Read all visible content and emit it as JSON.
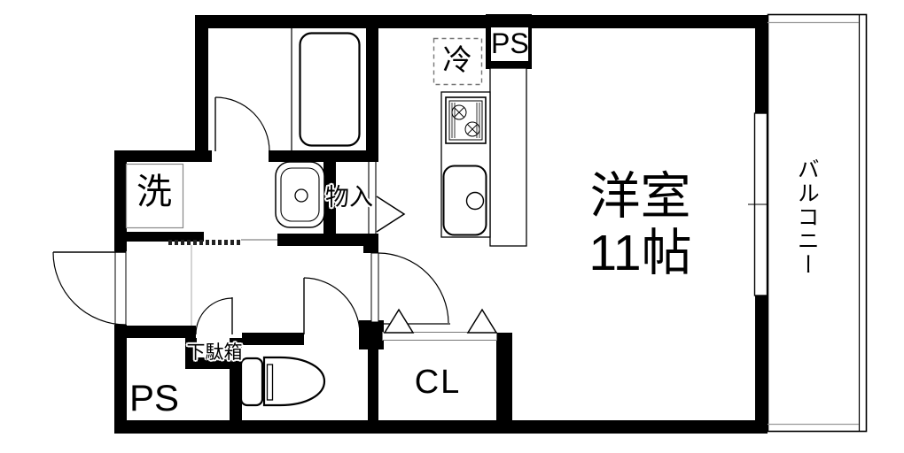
{
  "rooms": {
    "main_room": {
      "name": "洋室",
      "size": "11帖"
    },
    "balcony": {
      "label": "バルコニー"
    },
    "closet": {
      "label": "CL"
    },
    "pipe_space_top": {
      "label": "PS"
    },
    "pipe_space_bottom": {
      "label": "PS"
    },
    "washer_pan": {
      "label": "洗"
    },
    "storage": {
      "label": "物入"
    },
    "shoe_cabinet": {
      "label": "下駄箱"
    },
    "refrigerator": {
      "label": "冷"
    }
  },
  "colors": {
    "wall": "#000000",
    "background": "#ffffff",
    "fixture_line": "#000000",
    "dashed_gray": "#777777"
  }
}
